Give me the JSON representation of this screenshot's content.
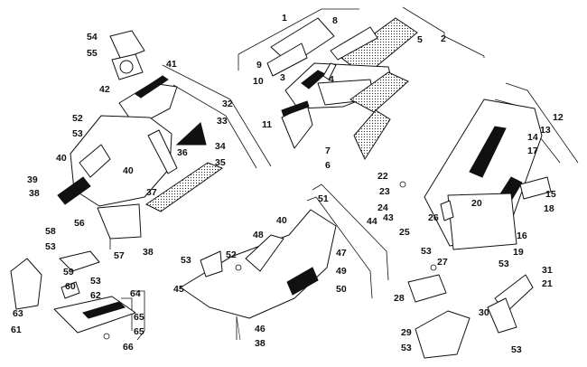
{
  "diagram": {
    "type": "exploded-parts-diagram",
    "callouts": [
      "1",
      "2",
      "3",
      "4",
      "5",
      "6",
      "7",
      "8",
      "9",
      "10",
      "11",
      "12",
      "13",
      "14",
      "15",
      "16",
      "17",
      "18",
      "19",
      "20",
      "21",
      "22",
      "23",
      "24",
      "25",
      "26",
      "27",
      "28",
      "29",
      "30",
      "31",
      "32",
      "33",
      "34",
      "35",
      "36",
      "37",
      "38",
      "39",
      "40",
      "41",
      "42",
      "43",
      "44",
      "45",
      "46",
      "47",
      "48",
      "49",
      "50",
      "51",
      "52",
      "53",
      "54",
      "55",
      "56",
      "57",
      "58",
      "59",
      "60",
      "61",
      "62",
      "63",
      "64",
      "65",
      "66"
    ]
  }
}
